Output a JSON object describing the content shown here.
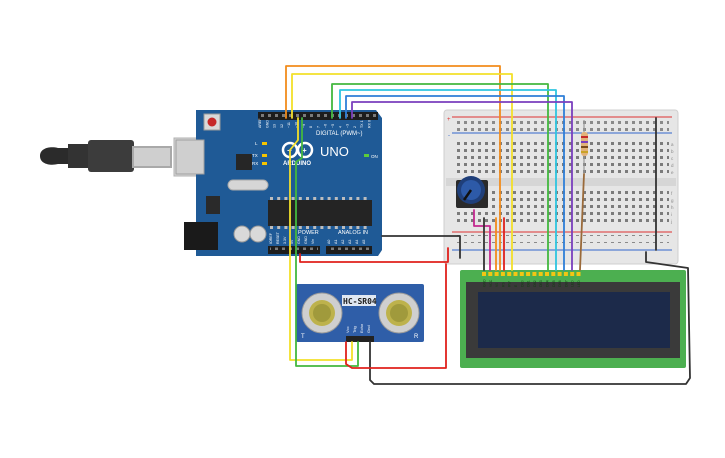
{
  "arduino": {
    "brand": "UNO",
    "logo_text": "ARDUINO",
    "digital_label": "DIGITAL (PWM~)",
    "power_label": "POWER",
    "analog_label": "ANALOG IN",
    "led_labels": [
      "L",
      "TX",
      "RX"
    ],
    "header_top": [
      "AREF",
      "GND",
      "13",
      "12",
      "~11",
      "~10",
      "~9",
      "8",
      "7",
      "~6",
      "~5",
      "4",
      "~3",
      "2",
      "TX 1",
      "RX 0"
    ],
    "header_power": [
      "IOREF",
      "RESET",
      "3.3V",
      "5V",
      "GND",
      "GND",
      "Vin"
    ],
    "header_analog": [
      "A0",
      "A1",
      "A2",
      "A3",
      "A4",
      "A5"
    ],
    "on_label": "ON",
    "board_color": "#1f5a96"
  },
  "sensor": {
    "model": "HC-SR04",
    "pins": [
      "Vcc",
      "Trig",
      "Echo",
      "Gnd"
    ],
    "left_mark": "T",
    "right_mark": "R",
    "board_color": "#2f5ea8"
  },
  "lcd": {
    "pins": [
      "GND",
      "VCC",
      "V0",
      "RS",
      "RW",
      "E",
      "DB0",
      "DB1",
      "DB2",
      "DB3",
      "DB4",
      "DB5",
      "DB6",
      "DB7",
      "LED",
      "LED"
    ],
    "board_color": "#4caf50",
    "screen_color": "#1c2a4a"
  },
  "breadboard": {
    "columns": [
      "a",
      "b",
      "c",
      "d",
      "e",
      "f",
      "g",
      "h",
      "i",
      "j"
    ],
    "rail_plus": "+",
    "rail_minus": "-"
  },
  "wire_colors": {
    "orange": "#f28c1c",
    "yellow": "#f3e02a",
    "green": "#43b83f",
    "cyan": "#2ec5e0",
    "blue": "#2f7fd8",
    "purple": "#7a3fbd",
    "red": "#e0211c",
    "black": "#333333",
    "magenta": "#c3298f",
    "brown": "#9a6a3a"
  }
}
